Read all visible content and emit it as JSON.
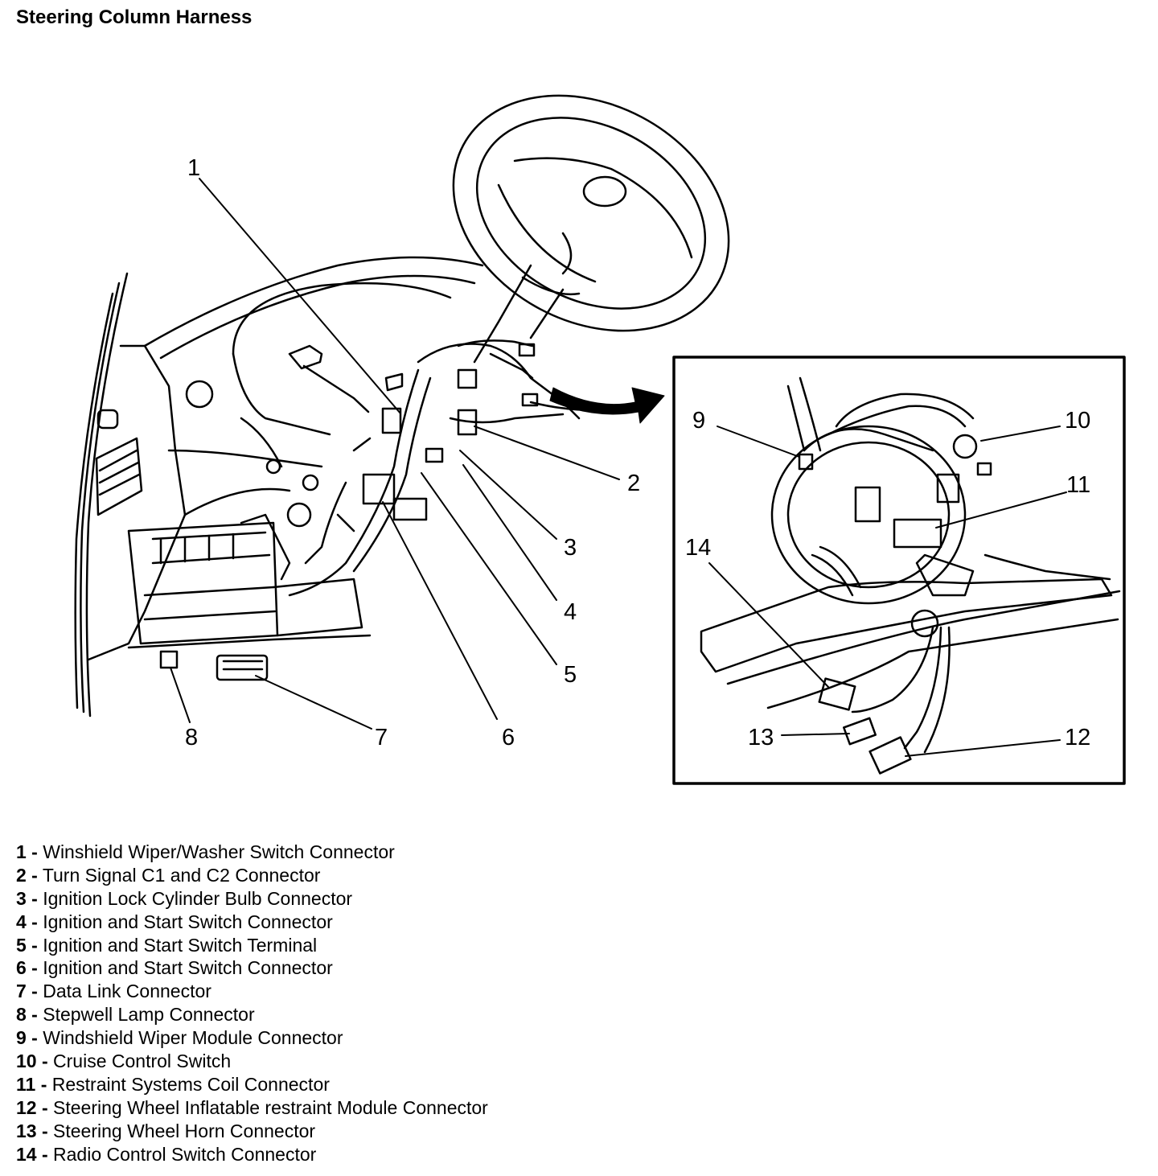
{
  "title": "Steering Column Harness",
  "callouts": {
    "c1": "1",
    "c2": "2",
    "c3": "3",
    "c4": "4",
    "c5": "5",
    "c6": "6",
    "c7": "7",
    "c8": "8",
    "c9": "9",
    "c10": "10",
    "c11": "11",
    "c12": "12",
    "c13": "13",
    "c14": "14"
  },
  "legend": [
    {
      "num": "1 -",
      "text": " Winshield Wiper/Washer Switch Connector"
    },
    {
      "num": "2 -",
      "text": " Turn Signal C1 and C2 Connector"
    },
    {
      "num": "3 -",
      "text": " Ignition Lock Cylinder Bulb Connector"
    },
    {
      "num": "4 -",
      "text": " Ignition and Start Switch Connector"
    },
    {
      "num": "5 -",
      "text": " Ignition and Start Switch Terminal"
    },
    {
      "num": "6 -",
      "text": " Ignition and Start Switch Connector"
    },
    {
      "num": "7 -",
      "text": " Data Link Connector"
    },
    {
      "num": "8 -",
      "text": " Stepwell Lamp Connector"
    },
    {
      "num": "9 -",
      "text": " Windshield Wiper Module Connector"
    },
    {
      "num": "10 -",
      "text": " Cruise Control Switch"
    },
    {
      "num": "11 -",
      "text": " Restraint Systems Coil Connector"
    },
    {
      "num": "12 -",
      "text": " Steering Wheel Inflatable restraint Module Connector"
    },
    {
      "num": "13 -",
      "text": " Steering Wheel Horn Connector"
    },
    {
      "num": "14 -",
      "text": " Radio Control Switch Connector"
    }
  ]
}
